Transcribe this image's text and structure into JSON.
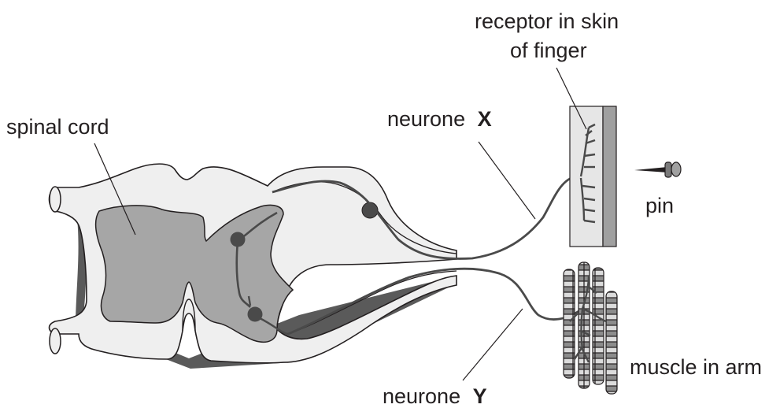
{
  "labels": {
    "receptor_line1": "receptor in skin",
    "receptor_line2": "of finger",
    "spinal_cord": "spinal cord",
    "neurone_x_word": "neurone",
    "neurone_x_letter": "X",
    "pin": "pin",
    "muscle": "muscle in arm",
    "neurone_y_word": "neurone",
    "neurone_y_letter": "Y"
  },
  "colors": {
    "outline": "#231f20",
    "cord_fill": "#efefef",
    "grey_matter": "#a6a6a6",
    "shadow": "#5a5a5a",
    "nerve": "#4a4a4a",
    "skin_light": "#e6e6e6",
    "skin_dark": "#a0a0a0",
    "muscle_stripe": "#8c8c8c"
  }
}
